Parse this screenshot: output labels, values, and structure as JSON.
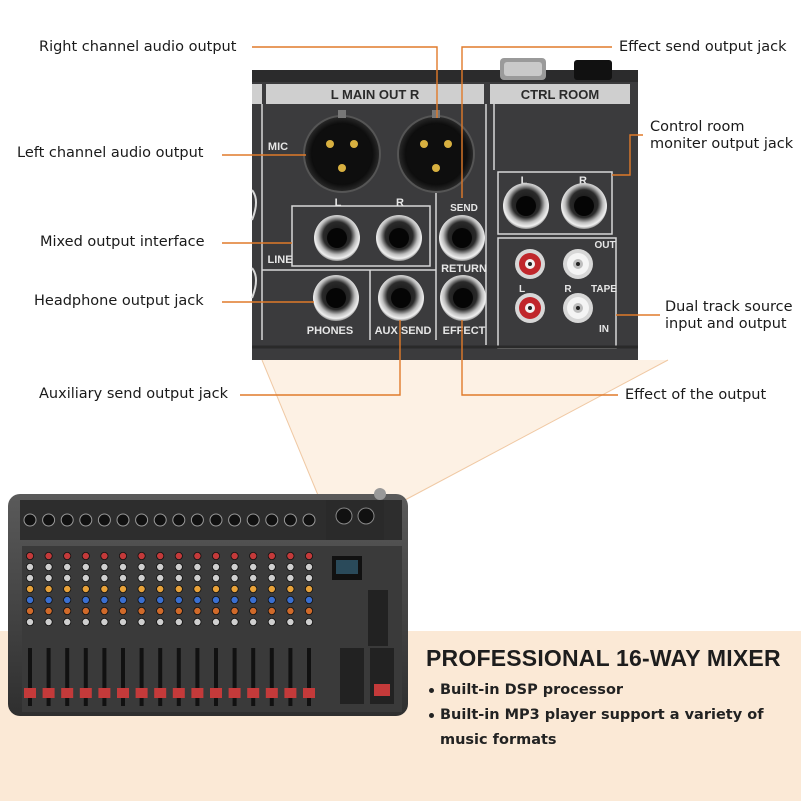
{
  "panel": {
    "main_out": "L  MAIN OUT  R",
    "ctrl_room": "CTRL ROOM",
    "mic": "MIC",
    "line": "LINE",
    "l": "L",
    "r": "R",
    "send": "SEND",
    "return": "RETURN",
    "phones": "PHONES",
    "aux_send": "AUX SEND",
    "effect": "EFFECT",
    "out": "OUT",
    "tape": "TAPE",
    "in": "IN"
  },
  "callouts": {
    "right_channel": "Right channel audio output",
    "effect_send": "Effect send output jack",
    "left_channel": "Left channel audio output",
    "control_room_line1": "Control room",
    "control_room_line2": "moniter output jack",
    "mixed_output": "Mixed output interface",
    "headphone": "Headphone output jack",
    "dual_track_line1": "Dual track source",
    "dual_track_line2": "input and output",
    "aux_send_out": "Auxiliary send output jack",
    "effect_of_output": "Effect of the output"
  },
  "promo": {
    "title": "PROFESSIONAL 16-WAY MIXER",
    "features": [
      "Built-in DSP processor",
      "Built-in MP3 player support a variety of",
      "music formats"
    ]
  },
  "colors": {
    "accent_line": "#e07a2a",
    "panel_dark": "#3a3a3a",
    "band_bg": "#fbe9d6"
  }
}
